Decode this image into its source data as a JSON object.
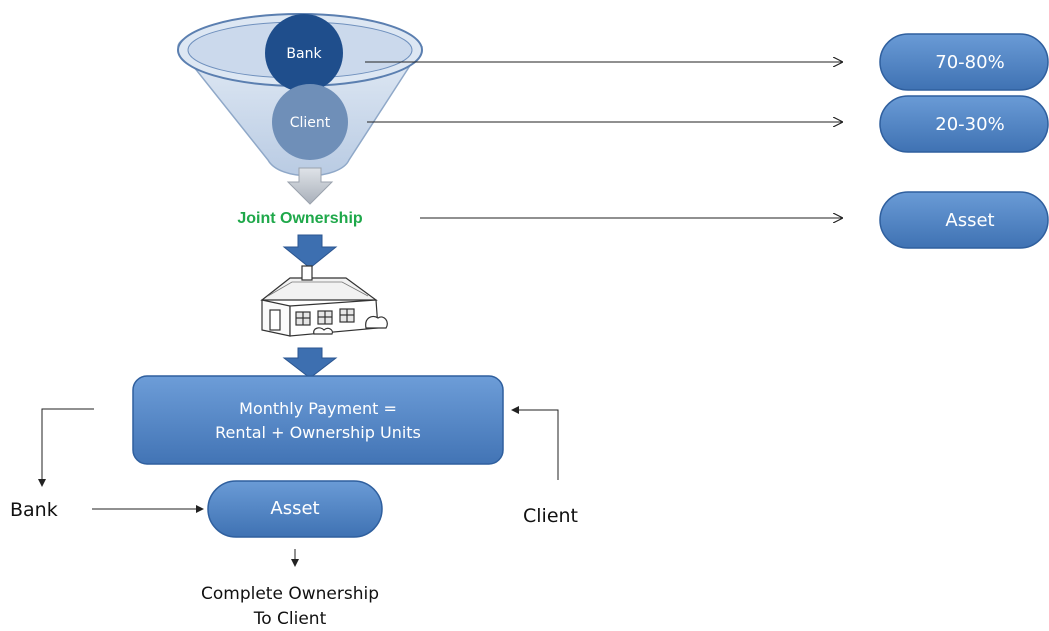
{
  "funnel": {
    "bank_label": "Bank",
    "client_label": "Client",
    "output_label": "Joint Ownership"
  },
  "shares": {
    "bank_share": "70-80%",
    "client_share": "20-30%",
    "joint_result": "Asset"
  },
  "payment": {
    "line1": "Monthly Payment =",
    "line2": "Rental + Ownership Units"
  },
  "transfer": {
    "bank_label": "Bank",
    "client_label": "Client",
    "asset_label": "Asset",
    "final_line1": "Complete Ownership",
    "final_line2": "To Client"
  },
  "colors": {
    "pill_blue": "#4a7ebb",
    "bank_circle": "#1f4e8c",
    "client_circle": "#6f8fb8",
    "joint_green": "#1fa84a",
    "arrow_blue": "#3d6fb0"
  },
  "icons": {
    "house": "house-sketch-icon"
  }
}
